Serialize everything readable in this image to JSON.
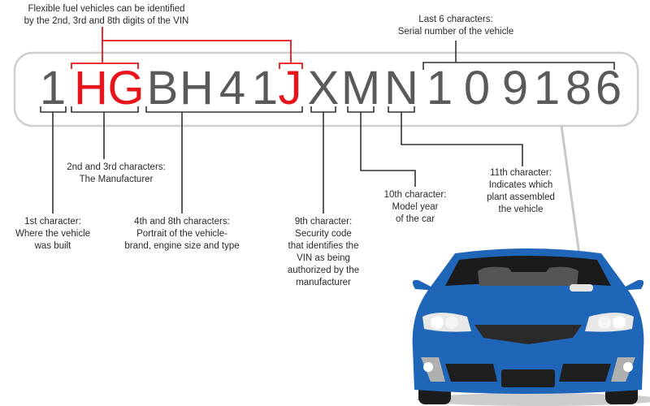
{
  "vin": {
    "characters": [
      "1",
      "H",
      "G",
      "B",
      "H",
      "4",
      "1",
      "J",
      "X",
      "M",
      "N",
      "1",
      "0",
      "9",
      "1",
      "8",
      "6"
    ],
    "highlighted_indices": [
      1,
      2,
      7
    ]
  },
  "labels": {
    "flex_fuel": [
      "Flexible fuel vehicles can be identified",
      "by the 2nd, 3rd and 8th digits of the VIN"
    ],
    "last_six": [
      "Last 6 characters:",
      "Serial number of the vehicle"
    ],
    "manufacturer": [
      "2nd and 3rd characters:",
      "The Manufacturer"
    ],
    "first": [
      "1st character:",
      "Where the vehicle",
      "was built"
    ],
    "fourth_eighth": [
      "4th and 8th characters:",
      "Portrait of the vehicle-",
      "brand, engine size and type"
    ],
    "ninth": [
      "9th character:",
      "Security code",
      "that identifies the",
      "VIN as being",
      "authorized by the",
      "manufacturer"
    ],
    "tenth": [
      "10th character:",
      "Model year",
      "of the car"
    ],
    "eleventh": [
      "11th character:",
      "Indicates which",
      "plant  assembled",
      "the vehicle"
    ]
  },
  "colors": {
    "highlight": "#e8141c",
    "text": "#5a5a5a",
    "line": "#333333",
    "box": "#cccccc",
    "car": "#1f66b8"
  }
}
